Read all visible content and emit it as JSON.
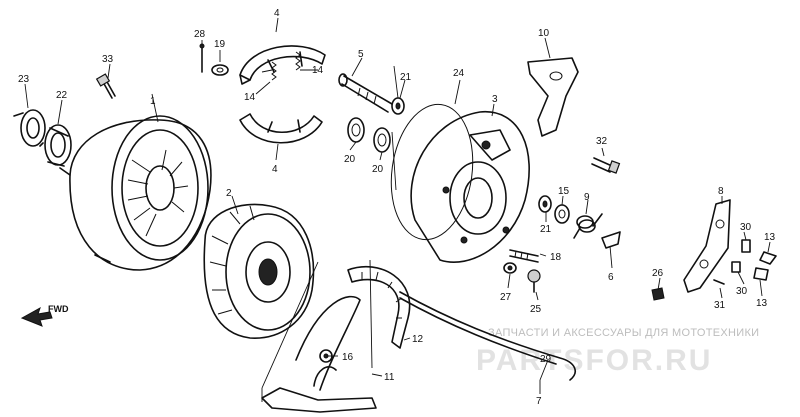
{
  "callouts": {
    "c1": "1",
    "c2": "2",
    "c3": "3",
    "c4a": "4",
    "c4b": "4",
    "c5": "5",
    "c6": "6",
    "c7": "7",
    "c8": "8",
    "c9": "9",
    "c10": "10",
    "c11": "11",
    "c12": "12",
    "c13a": "13",
    "c13b": "13",
    "c14a": "14",
    "c14b": "14",
    "c15": "15",
    "c16": "16",
    "c18": "18",
    "c19": "19",
    "c20a": "20",
    "c20b": "20",
    "c21a": "21",
    "c21b": "21",
    "c22": "22",
    "c23": "23",
    "c24": "24",
    "c25": "25",
    "c26": "26",
    "c27": "27",
    "c28": "28",
    "c29": "29",
    "c30a": "30",
    "c30b": "30",
    "c31": "31",
    "c32": "32",
    "c33": "33"
  },
  "fwd_label": "FWD",
  "watermark": {
    "tagline": "ЗАПЧАСТИ И АКСЕССУАРЫ ДЛЯ МОТОТЕХНИКИ",
    "brand": "PARTSFOR.RU"
  }
}
